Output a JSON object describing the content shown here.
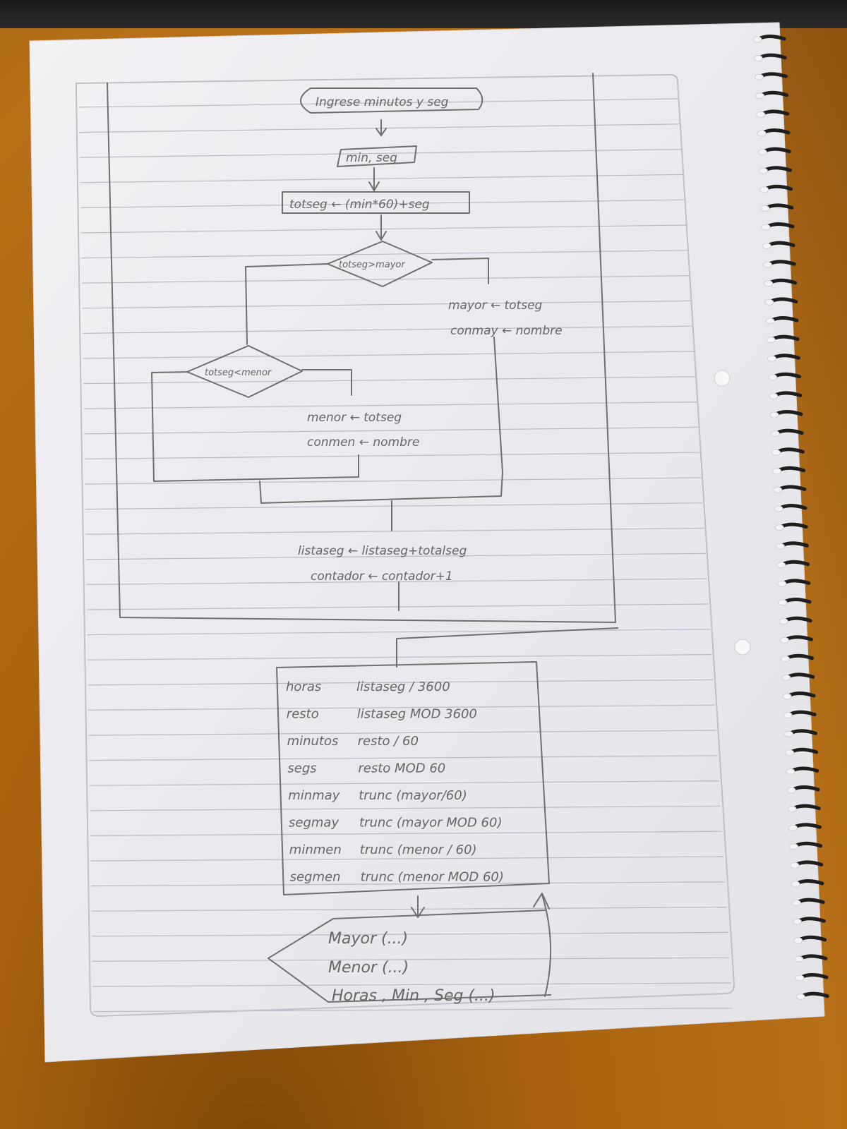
{
  "flowchart": {
    "input_prompt": "Ingrese minutos y seg",
    "input_vars": "min, seg",
    "assign_total": "totseg ← (min*60)+seg",
    "cond_mayor": "totseg>mayor",
    "mayor_assign_1": "mayor ← totseg",
    "mayor_assign_2": "conmay ← nombre",
    "cond_menor": "totseg<menor",
    "menor_assign_1": "menor ← totseg",
    "menor_assign_2": "conmen ← nombre",
    "accum_1": "listaseg ← listaseg+totalseg",
    "accum_2": "contador ← contador+1",
    "calc_rows": [
      {
        "var": "horas",
        "expr": "listaseg / 3600"
      },
      {
        "var": "resto",
        "expr": "listaseg MOD 3600"
      },
      {
        "var": "minutos",
        "expr": "resto / 60"
      },
      {
        "var": "segs",
        "expr": "resto MOD 60"
      },
      {
        "var": "minmay",
        "expr": "trunc (mayor/60)"
      },
      {
        "var": "segmay",
        "expr": "trunc (mayor MOD 60)"
      },
      {
        "var": "minmen",
        "expr": "trunc (menor / 60)"
      },
      {
        "var": "segmen",
        "expr": "trunc (menor MOD 60)"
      }
    ],
    "output_lines": [
      "Mayor (...)",
      "Menor (...)",
      "Horas , Min , Seg (...)"
    ]
  },
  "colors": {
    "pencil": "#6f6f6f",
    "paper": "#efeff2",
    "rule_line": "#b9bac4",
    "spiral": "#1e1e1e"
  }
}
